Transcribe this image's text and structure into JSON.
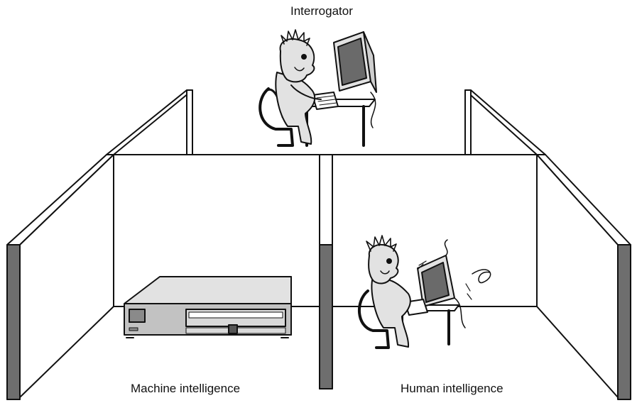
{
  "labels": {
    "interrogator": "Interrogator",
    "machine": "Machine intelligence",
    "human": "Human intelligence"
  },
  "colors": {
    "line": "#111111",
    "panel_edge": "#6e6e6e",
    "figure_fill": "#e2e2e2",
    "screen_fill": "#6a6a6a",
    "machine_front": "#c2c2c2"
  },
  "icons": [
    "person-at-computer-icon",
    "desktop-computer-icon",
    "thinking-person-icon"
  ]
}
